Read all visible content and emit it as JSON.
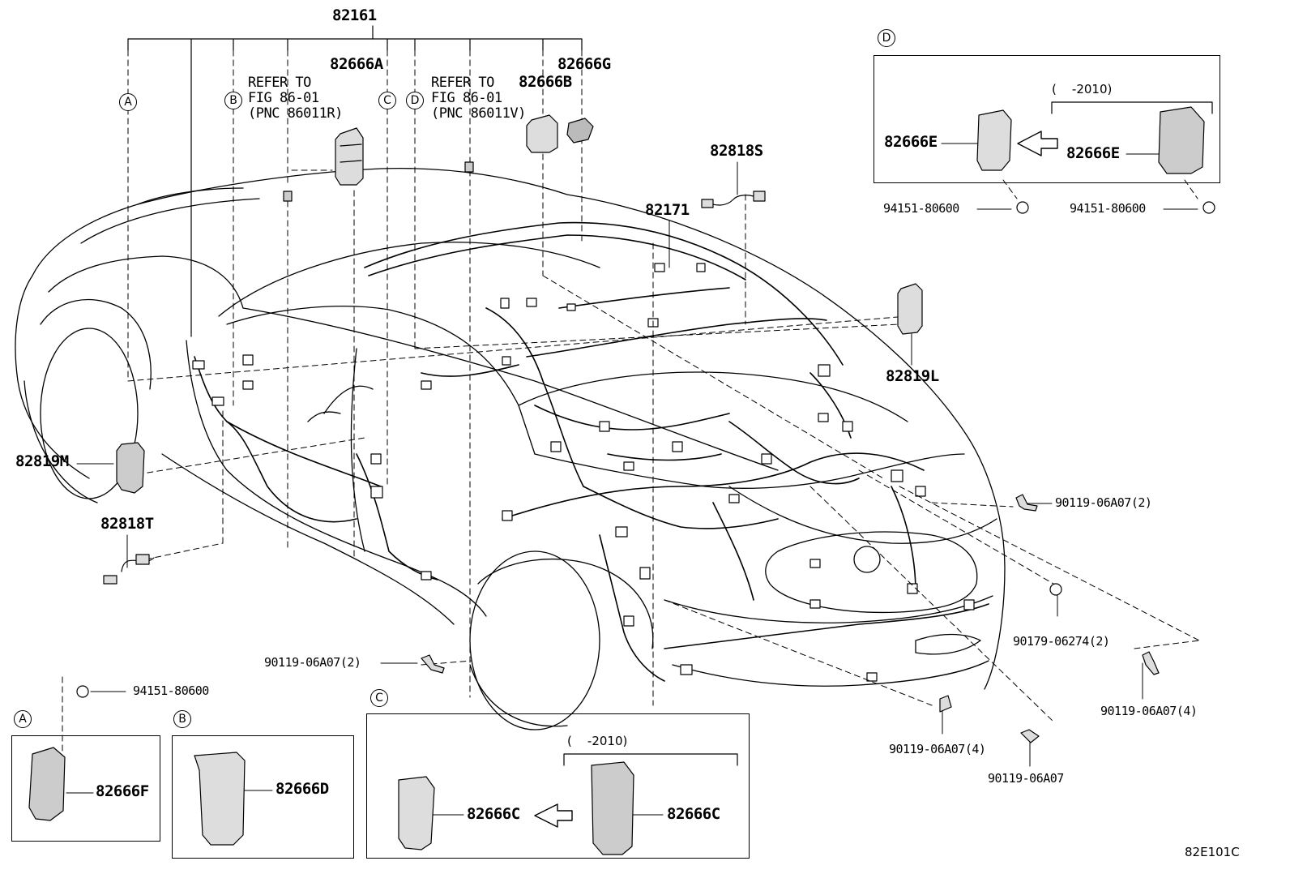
{
  "diagram": {
    "main_harness_label": "82161",
    "roof_harness_label": "82171",
    "figure_code": "82E101C",
    "callouts": [
      "A",
      "B",
      "C",
      "D"
    ],
    "notes": {
      "refer_r": "REFER TO\nFIG 86-01\n(PNC 86011R)",
      "refer_v": "REFER TO\nFIG 86-01\n(PNC 86011V)"
    },
    "parts": {
      "p82666A": "82666A",
      "p82666B": "82666B",
      "p82666G": "82666G",
      "p82818S": "82818S",
      "p82819L": "82819L",
      "p82819M": "82819M",
      "p82818T": "82818T",
      "p82666E_new": "82666E",
      "p82666E_old": "82666E",
      "p82666F": "82666F",
      "p82666D": "82666D",
      "p82666C_new": "82666C",
      "p82666C_old": "82666C"
    },
    "fasteners": {
      "f94151_d1": "94151-80600",
      "f94151_d2": "94151-80600",
      "f94151_a": "94151-80600",
      "f90119_r1": "90119-06A07(2)",
      "f90179": "90179-06274(2)",
      "f90119_r4": "90119-06A07(4)",
      "f90119_l2": "90119-06A07(2)",
      "f90119_b4": "90119-06A07(4)",
      "f90119_b": "90119-06A07"
    },
    "ranges": {
      "d_range": "(    -2010)",
      "c_range": "(    -2010)"
    }
  }
}
